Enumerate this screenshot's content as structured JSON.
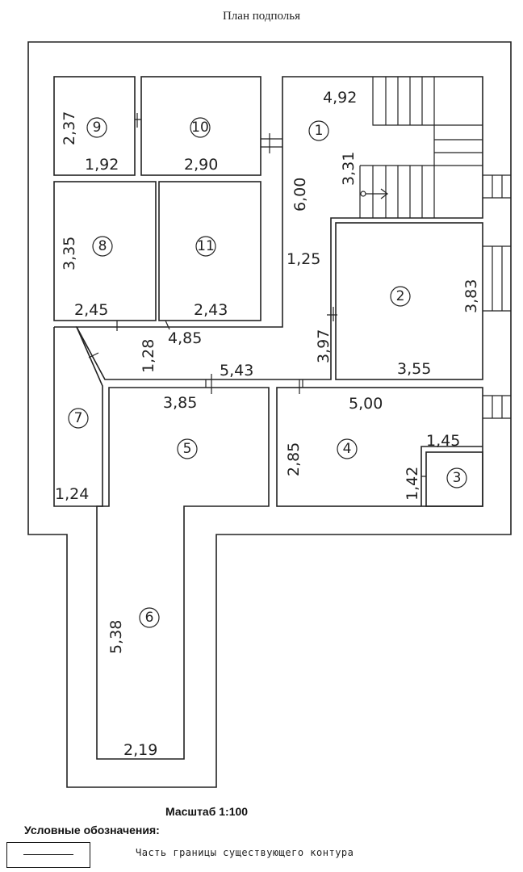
{
  "title": "План подполья",
  "scale": "Масштаб 1:100",
  "legend": {
    "title": "Условные обозначения:",
    "items": [
      {
        "symbol": "solid-line",
        "label": "Часть границы существующего контура"
      }
    ]
  },
  "rooms": [
    {
      "number": "1",
      "dims": [
        "4,92",
        "3,31",
        "6,00",
        "1,25"
      ]
    },
    {
      "number": "2",
      "dims": [
        "3,83",
        "3,97",
        "3,55"
      ]
    },
    {
      "number": "3",
      "dims": [
        "1,45",
        "1,42"
      ]
    },
    {
      "number": "4",
      "dims": [
        "5,00",
        "2,85"
      ]
    },
    {
      "number": "5",
      "dims": [
        "3,85"
      ]
    },
    {
      "number": "6",
      "dims": [
        "5,38",
        "2,19"
      ]
    },
    {
      "number": "7",
      "dims": [
        "1,24"
      ]
    },
    {
      "number": "8",
      "dims": [
        "3,35",
        "2,45"
      ]
    },
    {
      "number": "9",
      "dims": [
        "2,37",
        "1,92"
      ]
    },
    {
      "number": "10",
      "dims": [
        "2,90"
      ]
    },
    {
      "number": "11",
      "dims": [
        "2,43"
      ]
    }
  ],
  "corridor_dims": [
    "1,28",
    "4,85",
    "5,43"
  ]
}
